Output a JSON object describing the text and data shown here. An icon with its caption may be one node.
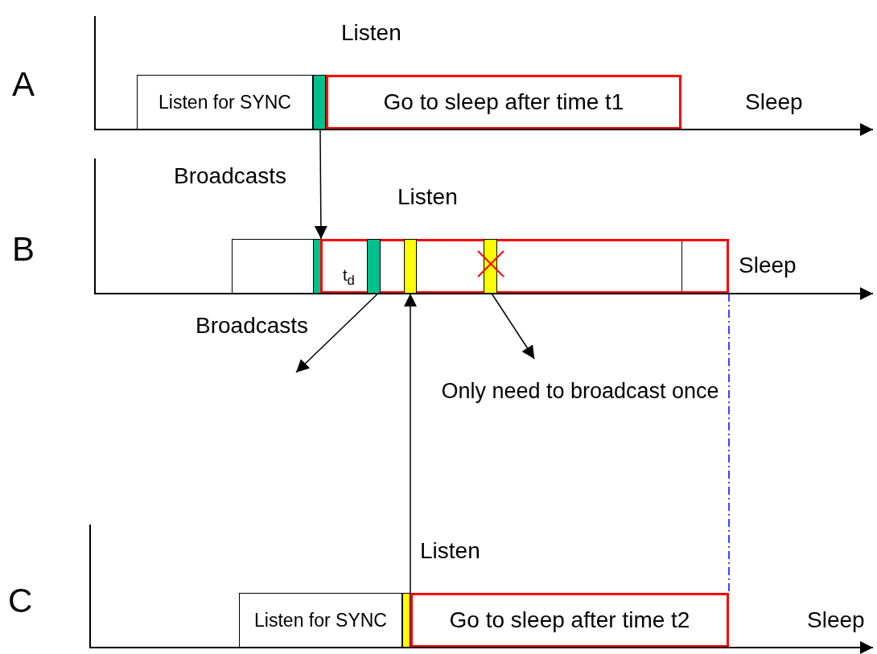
{
  "diagram": {
    "nodes": [
      {
        "text": [
          "Listen for SYNC"
        ]
      },
      {
        "text": [],
        "shape": "bar"
      },
      {
        "text": [
          "Go to sleep after time t1"
        ]
      },
      {
        "text": [],
        "shape": "box"
      },
      {
        "text": [],
        "shape": "bar"
      },
      {
        "text": [],
        "shape": "box"
      },
      {
        "text": [],
        "shape": "bar",
        "in": 5
      },
      {
        "text": [],
        "shape": "bar",
        "in": 5
      },
      {
        "text": [],
        "shape": "bar",
        "in": 5
      },
      {
        "text": [
          "Only need to broadcast once"
        ]
      },
      {
        "text": [
          "Listen for SYNC"
        ]
      },
      {
        "text": [],
        "shape": "bar"
      },
      {
        "text": [
          "Go to sleep after time t2"
        ]
      }
    ],
    "edges": [
      {
        "from": 1,
        "to": 4,
        "arrow": "to",
        "label": "Broadcasts"
      },
      {
        "from": 6,
        "to": null,
        "arrow": "to",
        "label": "Broadcasts"
      },
      {
        "from": 11,
        "to": 7,
        "arrow": "to"
      },
      {
        "from": 8,
        "to": 9,
        "arrow": "to"
      },
      {
        "from": 5,
        "to": 12,
        "arrow": "none",
        "style": "dashed",
        "color": "#0000ff"
      }
    ],
    "labels": [
      "A",
      "Listen",
      "Sleep",
      "B",
      "Listen",
      "t$_{d}$",
      "Sleep",
      "C",
      "Listen",
      "Sleep"
    ]
  }
}
